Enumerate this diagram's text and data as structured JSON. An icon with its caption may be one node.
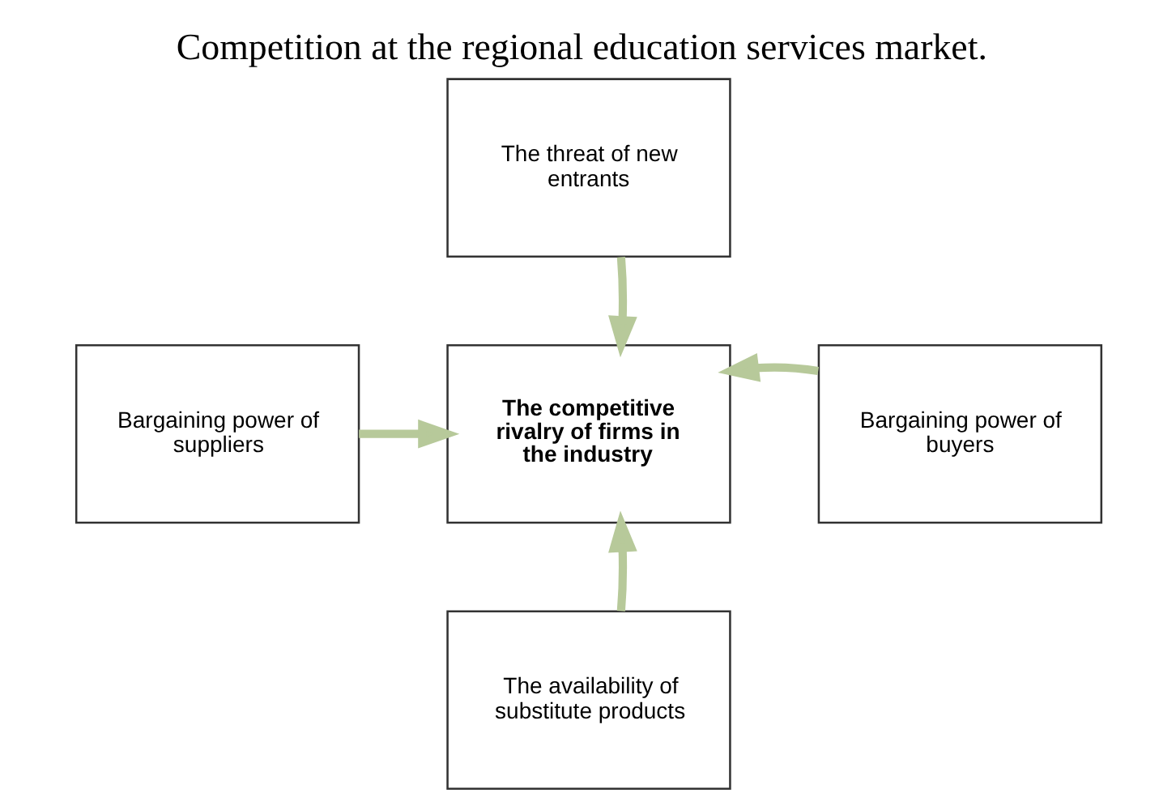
{
  "diagram": {
    "title": "Competition at the regional education services market.",
    "nodes": [
      {
        "text": [
          "The threat of new entrants"
        ]
      },
      {
        "text": [
          "Bargaining power of suppliers"
        ]
      },
      {
        "text": [
          "The competitive rivalry of firms in the industry"
        ]
      },
      {
        "text": [
          "Bargaining power of buyers"
        ]
      },
      {
        "text": [
          "The availability of substitute products"
        ]
      }
    ],
    "edges": [
      {
        "from": 0,
        "to": 2,
        "arrow": "to"
      },
      {
        "from": 1,
        "to": 2,
        "arrow": "to"
      },
      {
        "from": 3,
        "to": 2,
        "arrow": "to"
      },
      {
        "from": 4,
        "to": 2,
        "arrow": "to"
      }
    ]
  }
}
